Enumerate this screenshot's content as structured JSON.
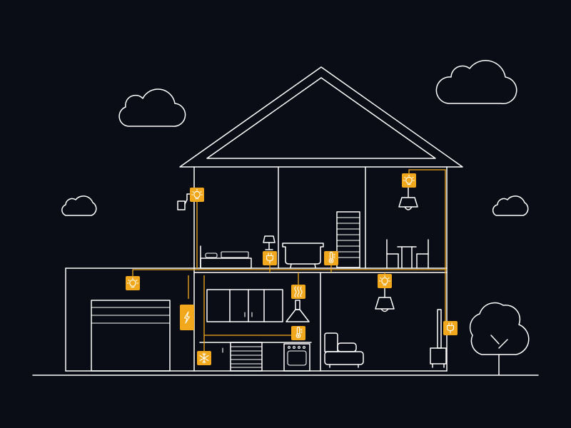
{
  "colors": {
    "background": "#0a0d16",
    "outline": "#ffffff",
    "accent": "#f2a81d"
  },
  "devices": [
    {
      "id": "wall-lamp",
      "icon": "light-bulb-icon"
    },
    {
      "id": "bedside-outlet",
      "icon": "power-plug-icon"
    },
    {
      "id": "bathroom-thermostat",
      "icon": "thermometer-icon"
    },
    {
      "id": "dining-pendant",
      "icon": "light-bulb-icon"
    },
    {
      "id": "garage-light",
      "icon": "light-bulb-icon"
    },
    {
      "id": "electric-meter",
      "icon": "lightning-bolt-icon"
    },
    {
      "id": "hood-fan",
      "icon": "heat-waves-icon"
    },
    {
      "id": "kitchen-thermostat",
      "icon": "thermometer-icon"
    },
    {
      "id": "refrigerator",
      "icon": "snowflake-icon"
    },
    {
      "id": "living-pendant",
      "icon": "light-bulb-icon"
    },
    {
      "id": "tv-outlet",
      "icon": "power-plug-icon"
    }
  ]
}
